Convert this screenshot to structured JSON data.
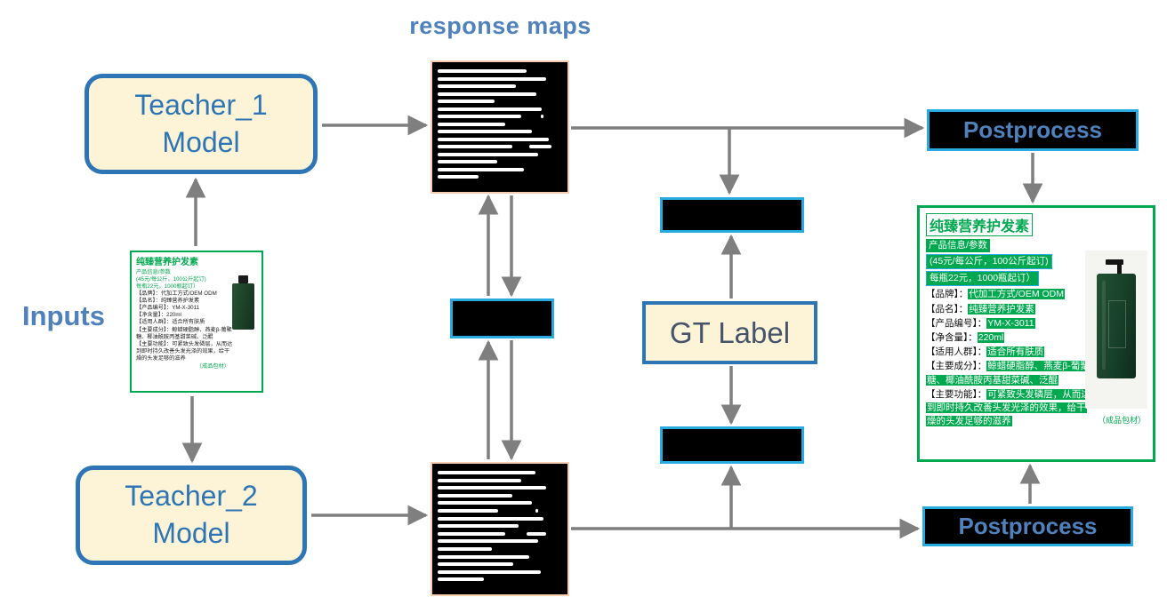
{
  "colors": {
    "accent-blue-dark": "#2e75b6",
    "accent-blue-light": "#29abe2",
    "label-blue": "#4f81bd",
    "teacher-text": "#2e75b6",
    "dark-text": "#44546a",
    "arrow-gray": "#7f7f7f",
    "peach": "#f6cdb2",
    "green": "#00a94f",
    "cream": "#fdf3d7"
  },
  "labels": {
    "response_maps": "response maps",
    "inputs": "Inputs",
    "teacher1": "Teacher_1 Model",
    "teacher2": "Teacher_2 Model",
    "gt_label": "GT Label",
    "postprocess_top": "Postprocess",
    "postprocess_bottom": "Postprocess"
  },
  "response_map_top": {
    "rows": [
      [
        [
          4,
          66
        ]
      ],
      [
        [
          4,
          80
        ]
      ],
      [
        [
          4,
          58
        ]
      ],
      [
        [
          4,
          73
        ]
      ],
      [
        [
          4,
          42
        ]
      ],
      [
        [
          4,
          77
        ]
      ],
      [
        [
          4,
          62
        ],
        [
          80,
          2
        ]
      ],
      [
        [
          4,
          50
        ]
      ],
      [
        [
          4,
          70
        ]
      ],
      [
        [
          4,
          82
        ]
      ],
      [
        [
          4,
          55
        ],
        [
          72,
          16
        ]
      ],
      [
        [
          4,
          74
        ]
      ],
      [
        [
          4,
          44
        ]
      ],
      [
        [
          4,
          64
        ]
      ],
      [
        [
          4,
          30
        ]
      ]
    ]
  },
  "response_map_bottom": {
    "rows": [
      [
        [
          4,
          72
        ]
      ],
      [
        [
          4,
          62
        ]
      ],
      [
        [
          4,
          80
        ]
      ],
      [
        [
          4,
          55
        ]
      ],
      [
        [
          4,
          70
        ]
      ],
      [
        [
          4,
          45
        ],
        [
          76,
          2
        ]
      ],
      [
        [
          4,
          78
        ]
      ],
      [
        [
          4,
          60
        ]
      ],
      [
        [
          4,
          50
        ],
        [
          70,
          14
        ]
      ],
      [
        [
          4,
          74
        ]
      ],
      [
        [
          4,
          40
        ]
      ],
      [
        [
          4,
          68
        ]
      ],
      [
        [
          4,
          56
        ]
      ],
      [
        [
          4,
          76
        ]
      ],
      [
        [
          4,
          34
        ]
      ]
    ]
  },
  "input_card": {
    "lines": [
      {
        "text": "纯臻营养护发素",
        "cls": "t-title"
      },
      {
        "text": "产品信息/参数",
        "cls": "t-green"
      },
      {
        "text": "(45元/每公斤，100公斤起订)",
        "cls": "t-green"
      },
      {
        "text": "每瓶22元，1000瓶起订）",
        "cls": "t-green"
      },
      {
        "text": "【品牌】：代加工方式/OEM ODM",
        "cls": ""
      },
      {
        "text": "【品名】：纯臻营养护发素",
        "cls": ""
      },
      {
        "text": "【产品编号】：YM-X-3011",
        "cls": ""
      },
      {
        "text": "【净含量】：220ml",
        "cls": ""
      },
      {
        "text": "【适用人群】：适合所有肤质",
        "cls": ""
      },
      {
        "text": "【主要成分】：鲸蜡硬脂醇、燕麦β-葡聚糖、椰油酰胺丙基甜菜碱、泛醌",
        "cls": ""
      },
      {
        "text": "【主要功能】：可紧致头发磷层，从而达到即时持久改善头发光泽的效果，给干燥的头发足够的滋养",
        "cls": ""
      },
      {
        "text": "（成品包材）",
        "cls": "t-green-note"
      }
    ]
  },
  "output_card": {
    "title": "纯臻营养护发素",
    "info_lines": [
      {
        "text": "产品信息/参数",
        "boxed": false
      },
      {
        "text": "(45元/每公斤，100公斤起订)",
        "boxed": true
      },
      {
        "text": "每瓶22元，1000瓶起订）",
        "boxed": true
      }
    ],
    "spec_lines": [
      {
        "label": "【品牌】：",
        "value": "代加工方式/OEM ODM"
      },
      {
        "label": "【品名】：",
        "value": "纯臻营养护发素"
      },
      {
        "label": "【产品编号】：",
        "value": "YM-X-3011"
      },
      {
        "label": "【净含量】：",
        "value": "220ml"
      },
      {
        "label": "【适用人群】：",
        "value": "适合所有肤质"
      },
      {
        "label": "【主要成分】：",
        "value": "鲸蜡硬脂醇、燕麦β-葡聚糖、椰油酰胺丙基甜菜碱、泛醌"
      },
      {
        "label": "【主要功能】：",
        "value": "可紧致头发磷层，从而达到即时持久改善头发光泽的效果，给干燥的头发足够的滋养"
      }
    ],
    "packaging_note": "（成品包材）"
  }
}
